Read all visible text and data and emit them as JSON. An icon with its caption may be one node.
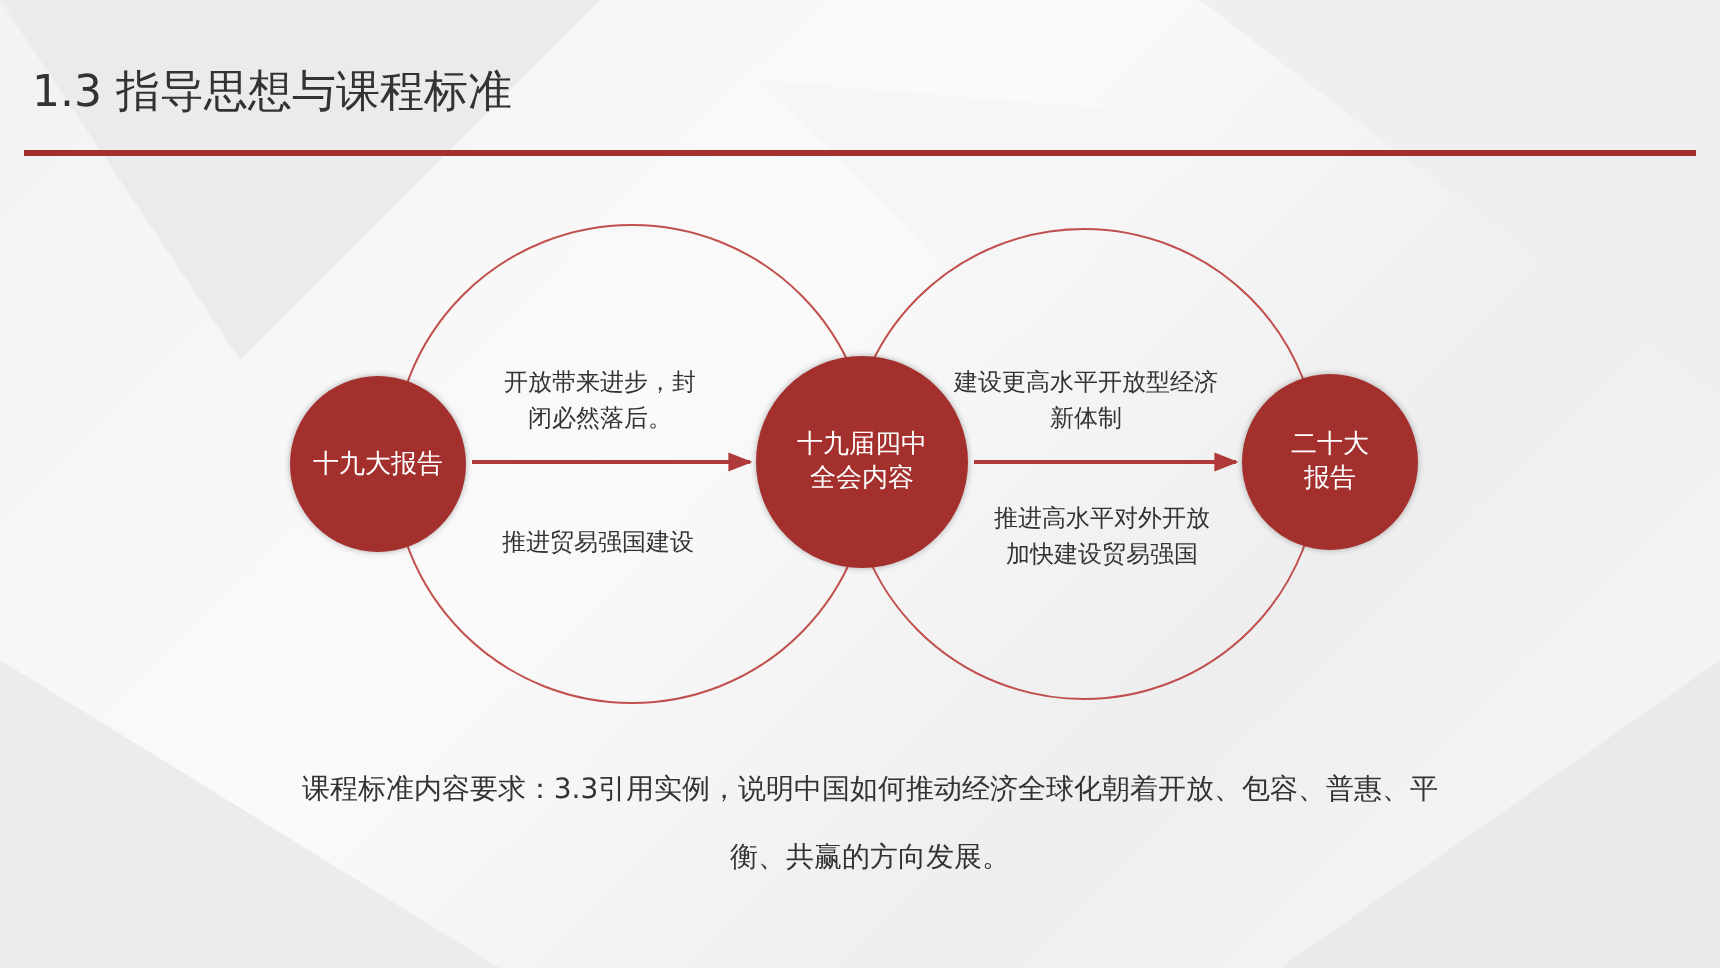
{
  "diagram": {
    "title": "1.3 指导思想与课程标准",
    "nodes": [
      {
        "text": [
          "十九大报告"
        ]
      },
      {
        "text": [
          "十九届四中全会内容"
        ]
      },
      {
        "text": [
          "二十大报告"
        ]
      }
    ],
    "edges": [
      {
        "from": 0,
        "to": 1,
        "arrow": "to",
        "label": "开放带来进步，封闭必然落后。"
      },
      {
        "from": 1,
        "to": 2,
        "arrow": "to",
        "label": "建设更高水平开放型经济新体制"
      }
    ],
    "labels": [
      "推进贸易强国建设",
      "推进高水平对外开放",
      "加快建设贸易强国",
      "课程标准内容要求：3.3引用实例，说明中国如何推动经济全球化朝着开放、包容、普惠、平衡、共赢的方向发展。"
    ]
  }
}
